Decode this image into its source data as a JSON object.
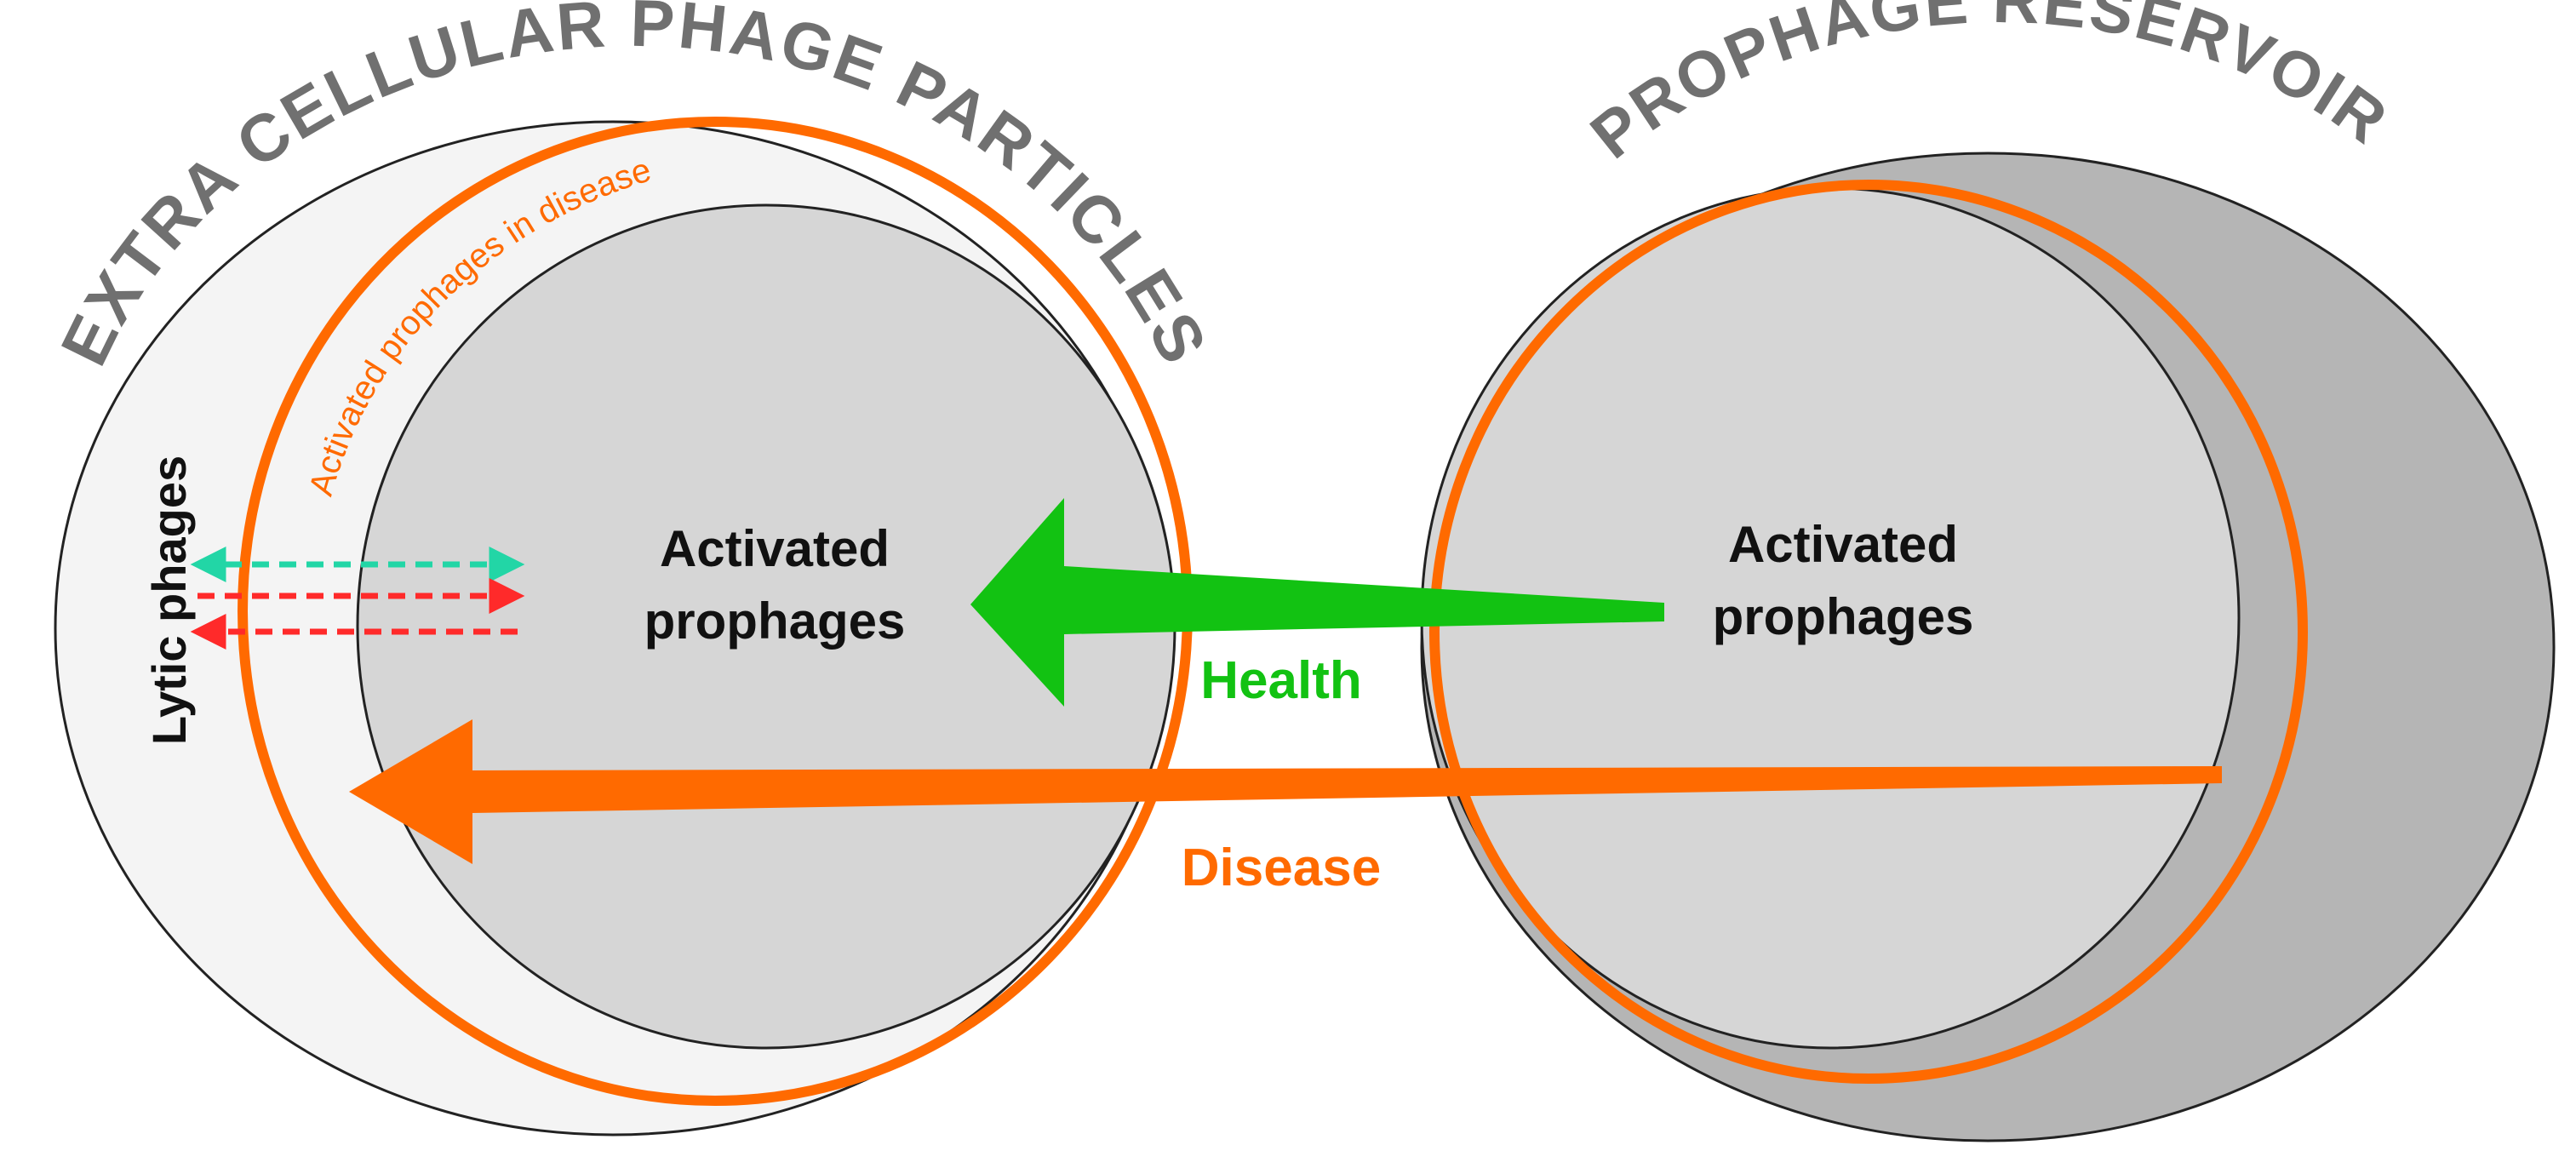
{
  "texts": {
    "extracellular_title": "EXTRA CELLULAR PHAGE PARTICLES",
    "reservoir_title": "PROPHAGE RESERVOIR",
    "activated_in_disease": "Activated prophages in disease",
    "lytic_phages": "Lytic phages",
    "left_center_line1": "Activated",
    "left_center_line2": "prophages",
    "right_center_line1": "Activated",
    "right_center_line2": "prophages",
    "health_label": "Health",
    "disease_label": "Disease"
  },
  "colors": {
    "outer_light": "#f4f4f4",
    "inner_gray": "#d6d6d6",
    "reservoir_dark": "#b5b5b5",
    "orange": "#ff6a00",
    "green": "#12c212",
    "teal": "#22d6a6",
    "red": "#ff2a2a",
    "title_gray": "#707070"
  }
}
